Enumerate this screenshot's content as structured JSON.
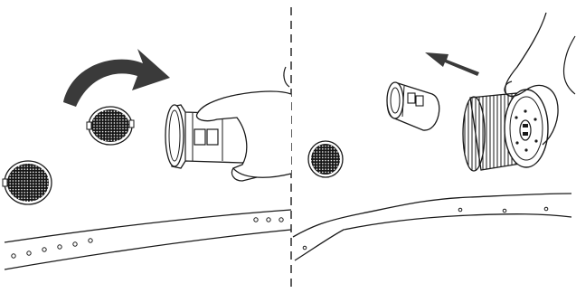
{
  "figure": {
    "panels": [
      {
        "id": "left",
        "content": "twist-off"
      },
      {
        "id": "right",
        "content": "pull-out"
      }
    ],
    "colors": {
      "background": "#ffffff",
      "line": "#1a1a1a",
      "arrow_fill": "#3a3a3a",
      "mesh_fill": "#151515",
      "divider": "#1a1a1a"
    },
    "icons": [
      "curved-rotation-arrow",
      "straight-pull-arrow",
      "mesh-grille-filter",
      "cylindrical-filter",
      "pleated-filter",
      "hand"
    ]
  }
}
